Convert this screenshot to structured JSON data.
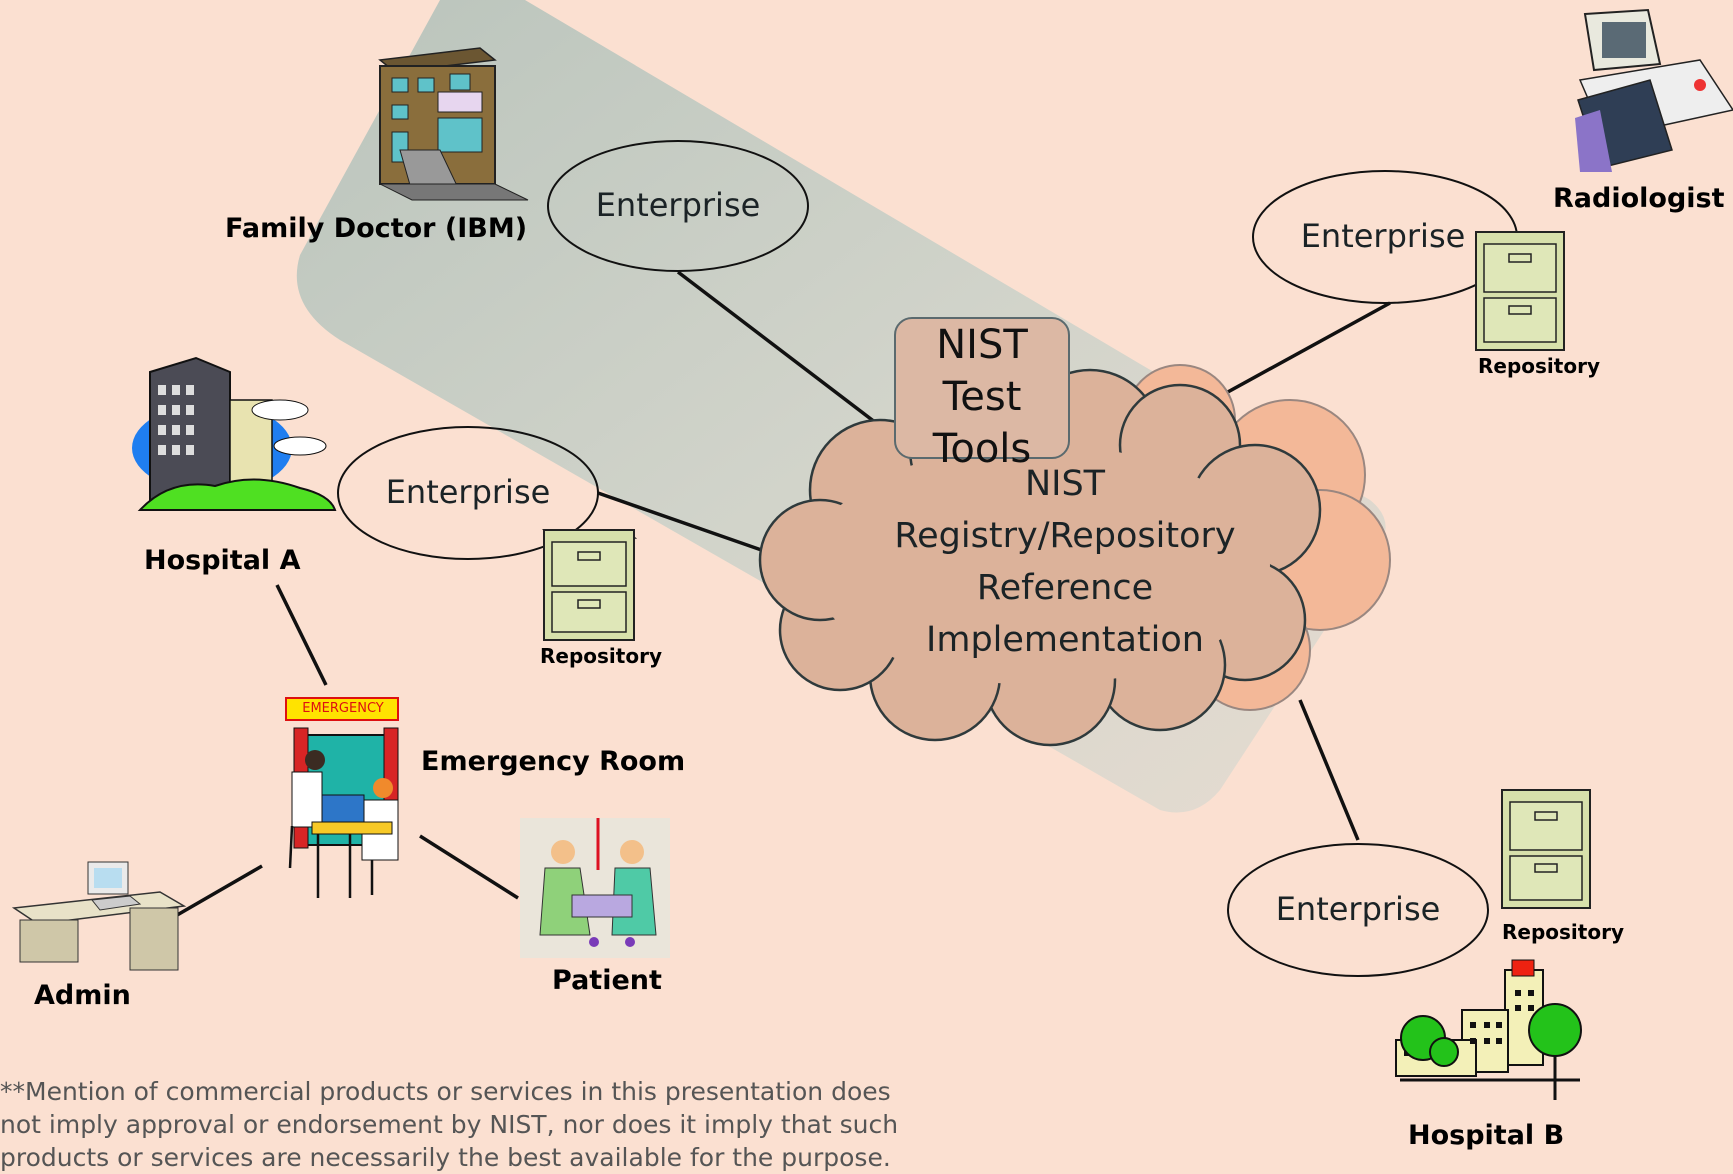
{
  "labels": {
    "family_doctor": "Family Doctor (IBM)",
    "hospital_a": "Hospital A",
    "emergency_room": "Emergency Room",
    "admin": "Admin",
    "patient": "Patient",
    "radiologist": "Radiologist",
    "hospital_b": "Hospital B",
    "emergency_sign": "EMERGENCY"
  },
  "enterprise": {
    "top": "Enterprise",
    "left": "Enterprise",
    "right": "Enterprise",
    "bottom": "Enterprise"
  },
  "repository": {
    "left": "Repository",
    "right": "Repository",
    "bottom": "Repository"
  },
  "test_tools": {
    "line1": "NIST",
    "line2": "Test",
    "line3": "Tools"
  },
  "cloud": {
    "line1": "NIST",
    "line2": "Registry/Repository",
    "line3": "Reference",
    "line4": "Implementation"
  },
  "disclaimer": "**Mention of commercial products or services in this presentation does\nnot imply approval or endorsement by NIST, nor does it imply that such\nproducts or services are necessarily the best available for the purpose.",
  "colors": {
    "background": "#fbe0d1",
    "cloud_fill": "#dcb29a",
    "cloud_shadow": "#f3b898",
    "highlight_band": "#b7c9c0",
    "cabinet": "#d7e0ab"
  }
}
